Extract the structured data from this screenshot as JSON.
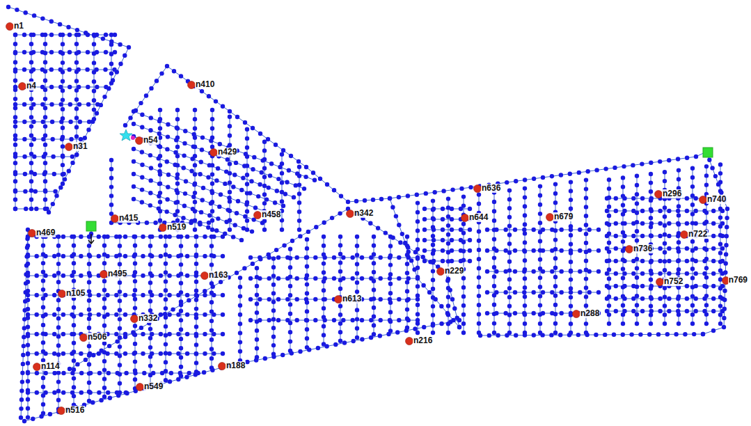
{
  "diagram": {
    "labels": [
      "n1",
      "n4",
      "n31",
      "n410",
      "n54",
      "n429",
      "n415",
      "n519",
      "n458",
      "n342",
      "n636",
      "n644",
      "n679",
      "n296",
      "n740",
      "n722",
      "n736",
      "n469",
      "n495",
      "n105",
      "n163",
      "n332",
      "n613",
      "n229",
      "n752",
      "n769",
      "n288",
      "n506",
      "n114",
      "n188",
      "n549",
      "n516",
      "n216"
    ]
  }
}
